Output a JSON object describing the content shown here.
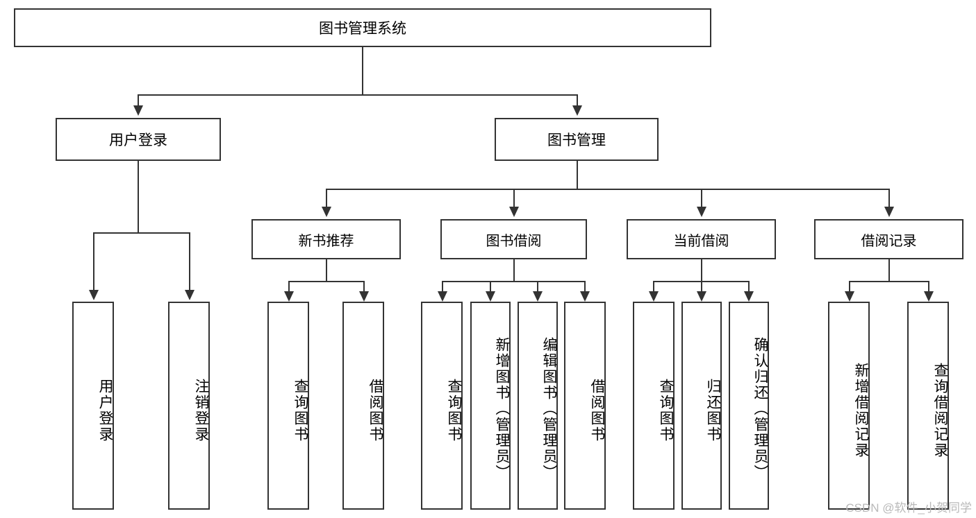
{
  "diagram": {
    "title": "图书管理系统",
    "root": {
      "label": "图书管理系统"
    },
    "level2": [
      {
        "label": "用户登录"
      },
      {
        "label": "图书管理"
      }
    ],
    "level3": [
      {
        "label": "新书推荐"
      },
      {
        "label": "图书借阅"
      },
      {
        "label": "当前借阅"
      },
      {
        "label": "借阅记录"
      }
    ],
    "leaves": {
      "user_login": [
        {
          "label": "用户登录"
        },
        {
          "label": "注销登录"
        }
      ],
      "new_book_recommend": [
        {
          "label": "查询图书"
        },
        {
          "label": "借阅图书"
        }
      ],
      "book_borrow": [
        {
          "label": "查询图书"
        },
        {
          "label": "新增图书（管理员）"
        },
        {
          "label": "编辑图书（管理员）"
        },
        {
          "label": "借阅图书"
        }
      ],
      "current_borrow": [
        {
          "label": "查询图书"
        },
        {
          "label": "归还图书"
        },
        {
          "label": "确认归还（管理员）"
        }
      ],
      "borrow_records": [
        {
          "label": "新增借阅记录"
        },
        {
          "label": "查询借阅记录"
        }
      ]
    }
  },
  "watermark": {
    "text": "CSDN @软件_小贺同学"
  },
  "colors": {
    "stroke": "#333333",
    "background": "#ffffff",
    "text": "#000000",
    "watermark": "#b9b9b9"
  }
}
